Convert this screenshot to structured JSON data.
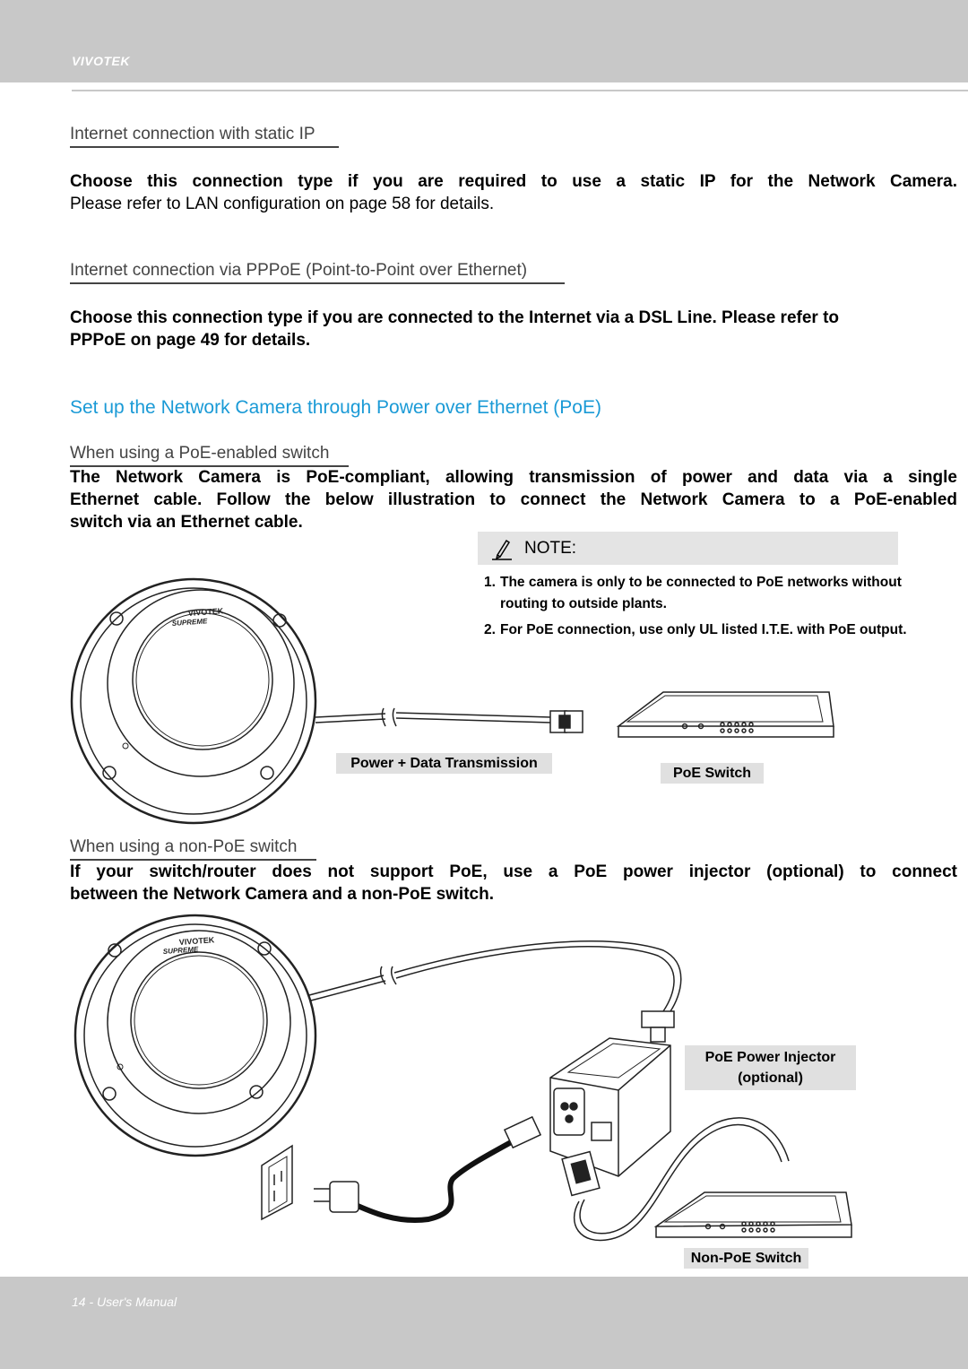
{
  "header": {
    "brand": "VIVOTEK"
  },
  "sections": {
    "static_ip": {
      "heading": "Internet connection with static IP",
      "body_bold": "Choose this connection type if you are required to use a static IP for the Network Camera.",
      "body_normal": "Please refer to LAN configuration on page 58 for details."
    },
    "pppoe": {
      "heading": "Internet connection via PPPoE (Point-to-Point over Ethernet)",
      "body_line1": "Choose this connection type if you are connected to the Internet via a DSL Line. Please refer to",
      "body_line2": "PPPoE on page 49 for details."
    },
    "poe_title": "Set up the Network Camera through Power over Ethernet (PoE)",
    "poe_switch": {
      "heading": "When using a PoE-enabled switch",
      "body_line1": "The Network Camera is PoE-compliant, allowing transmission of power and data via a single",
      "body_line2": "Ethernet cable. Follow the below illustration to connect the Network Camera to a PoE-enabled",
      "body_line3": "switch via an Ethernet cable."
    },
    "non_poe": {
      "heading": "When using a non-PoE switch",
      "body_line1": "If your switch/router does not support PoE, use a PoE power injector (optional) to connect",
      "body_line2": "between the Network Camera and a non-PoE switch."
    }
  },
  "note": {
    "label": "NOTE:",
    "items": [
      {
        "num": "1.",
        "text": "The camera is only to be connected to PoE networks without routing to outside plants."
      },
      {
        "num": "2.",
        "text": "For PoE connection, use only UL listed I.T.E. with PoE output."
      }
    ]
  },
  "illustration1": {
    "camera_logo_1": "VIVOTEK",
    "camera_logo_2": "SUPREME",
    "cable_caption": "Power + Data Transmission",
    "switch_caption": "PoE Switch"
  },
  "illustration2": {
    "camera_logo_1": "VIVOTEK",
    "camera_logo_2": "SUPREME",
    "injector_caption_line1": "PoE Power Injector",
    "injector_caption_line2": "(optional)",
    "switch_caption": "Non-PoE Switch"
  },
  "footer": {
    "page_label": "14 - User's Manual"
  }
}
